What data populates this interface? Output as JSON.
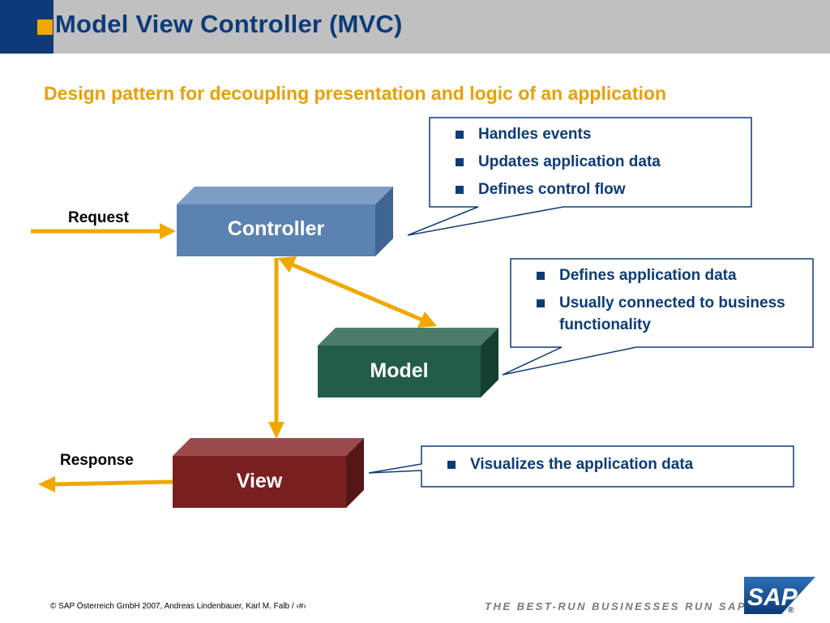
{
  "slide": {
    "title": "Model View Controller (MVC)",
    "subtitle": "Design pattern for decoupling presentation and logic of an application"
  },
  "diagram": {
    "request_label": "Request",
    "response_label": "Response",
    "controller_label": "Controller",
    "model_label": "Model",
    "view_label": "View"
  },
  "callouts": {
    "controller": [
      "Handles events",
      "Updates application data",
      "Defines control flow"
    ],
    "model": [
      "Defines application data",
      "Usually connected to business functionality"
    ],
    "view": [
      "Visualizes the application data"
    ]
  },
  "footer": {
    "copyright": "©  SAP Österreich GmbH 2007, Andreas Lindenbauer, Karl M. Falb / ‹#›",
    "slogan": "THE BEST-RUN BUSINESSES RUN SAP",
    "logo_text": "SAP",
    "logo_mark": "®"
  },
  "colors": {
    "header_blue": "#0c3b78",
    "accent_orange": "#f0a800",
    "controller_blue": "#5b82b0",
    "model_green": "#235c48",
    "view_red": "#7a1f20",
    "arrow": "#f0a800"
  },
  "icons": {
    "header_square": "square-icon",
    "bullet": "square-bullet-icon",
    "logo": "sap-logo-icon"
  }
}
